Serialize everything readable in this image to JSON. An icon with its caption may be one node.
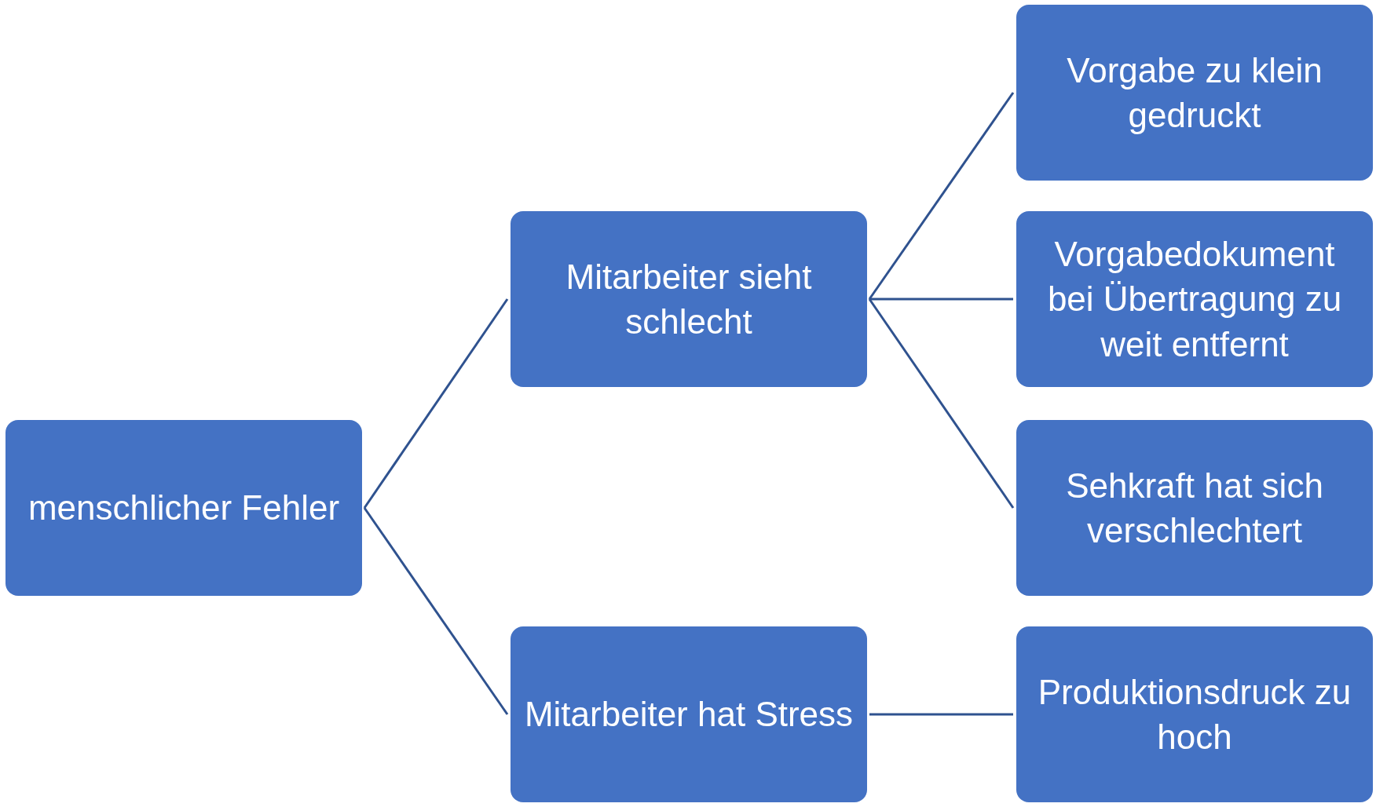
{
  "diagram": {
    "nodes": [
      {
        "text": [
          "menschlicher Fehler"
        ]
      },
      {
        "text": [
          "Mitarbeiter sieht schlecht"
        ]
      },
      {
        "text": [
          "Mitarbeiter hat Stress"
        ]
      },
      {
        "text": [
          "Vorgabe zu klein gedruckt"
        ]
      },
      {
        "text": [
          "Vorgabedokument bei Übertragung zu weit entfernt"
        ]
      },
      {
        "text": [
          "Sehkraft hat sich verschlechtert"
        ]
      },
      {
        "text": [
          "Produktionsdruck zu hoch"
        ]
      }
    ],
    "edges": [
      {
        "from": 0,
        "to": 1,
        "arrow": "none"
      },
      {
        "from": 0,
        "to": 2,
        "arrow": "none"
      },
      {
        "from": 1,
        "to": 3,
        "arrow": "none"
      },
      {
        "from": 1,
        "to": 4,
        "arrow": "none"
      },
      {
        "from": 1,
        "to": 5,
        "arrow": "none"
      },
      {
        "from": 2,
        "to": 6,
        "arrow": "none"
      }
    ]
  }
}
